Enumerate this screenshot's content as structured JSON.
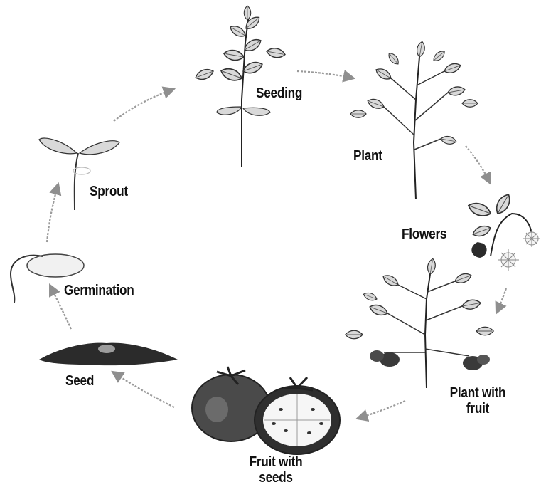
{
  "stages": [
    {
      "id": "seeding",
      "label": "Seeding"
    },
    {
      "id": "plant",
      "label": "Plant"
    },
    {
      "id": "flowers",
      "label": "Flowers"
    },
    {
      "id": "plant-with-fruit",
      "label_line1": "Plant with",
      "label_line2": "fruit"
    },
    {
      "id": "fruit-with-seeds",
      "label_line1": "Fruit with",
      "label_line2": "seeds"
    },
    {
      "id": "seed",
      "label": "Seed"
    },
    {
      "id": "germination",
      "label": "Germination"
    },
    {
      "id": "sprout",
      "label": "Sprout"
    }
  ],
  "colors": {
    "ink": "#111111",
    "leaf_fill": "#d9d9d9",
    "leaf_stroke": "#333333",
    "fruit_dark": "#4a4a4a",
    "arrow": "#9a9a9a"
  }
}
